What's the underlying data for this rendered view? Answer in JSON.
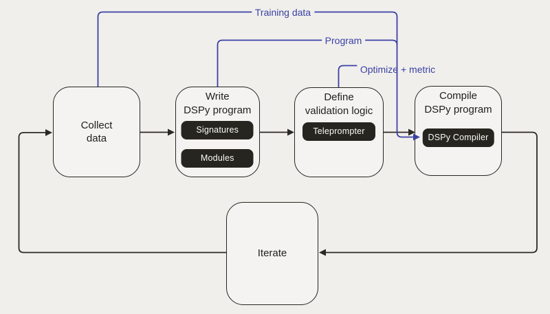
{
  "page": {
    "background": "#f0efec",
    "kind": "DSPy workflow flowchart"
  },
  "palette": {
    "accent_blue": "#3b40a4",
    "line_black": "#2b2925",
    "box_fill": "#f4f3f1",
    "box_border": "#26241f",
    "pill_bg": "#27251f",
    "pill_text": "#fafaf8",
    "title_text": "#21201c"
  },
  "flow_labels": {
    "training_data": "Training data",
    "program": "Program",
    "optimize_metric": "Optimize + metric"
  },
  "nodes": [
    {
      "id": "collect-data",
      "title_lines": [
        "Collect",
        "data"
      ],
      "pills": []
    },
    {
      "id": "write-dspy-program",
      "title_lines": [
        "Write",
        "DSPy program"
      ],
      "pills": [
        "Signatures",
        "Modules"
      ]
    },
    {
      "id": "define-validation-logic",
      "title_lines": [
        "Define",
        "validation logic"
      ],
      "pills": [
        "Teleprompter"
      ]
    },
    {
      "id": "compile-dspy-program",
      "title_lines": [
        "Compile",
        "DSPy program"
      ],
      "pills": [
        "DSPy Compiler"
      ]
    },
    {
      "id": "iterate",
      "title_lines": [
        "Iterate"
      ],
      "pills": []
    }
  ],
  "edges": [
    {
      "from": "Collect data",
      "to": "Write DSPy program",
      "style": "solid-black-arrow"
    },
    {
      "from": "Write DSPy program",
      "to": "Define validation logic",
      "style": "solid-black-arrow"
    },
    {
      "from": "Define validation logic",
      "to": "Compile DSPy program",
      "style": "solid-black-arrow"
    },
    {
      "from": "Compile DSPy program",
      "to": "Iterate",
      "style": "solid-black-arrow"
    },
    {
      "from": "Iterate",
      "to": "Collect data",
      "style": "solid-black-arrow"
    },
    {
      "from": "Collect data",
      "to": "DSPy Compiler",
      "label": "Training data",
      "style": "blue-arrow"
    },
    {
      "from": "Write DSPy program",
      "to": "DSPy Compiler",
      "label": "Program",
      "style": "blue-arrow"
    },
    {
      "from": "Define validation logic",
      "to": "DSPy Compiler",
      "label": "Optimize + metric",
      "style": "blue-arrow"
    }
  ]
}
